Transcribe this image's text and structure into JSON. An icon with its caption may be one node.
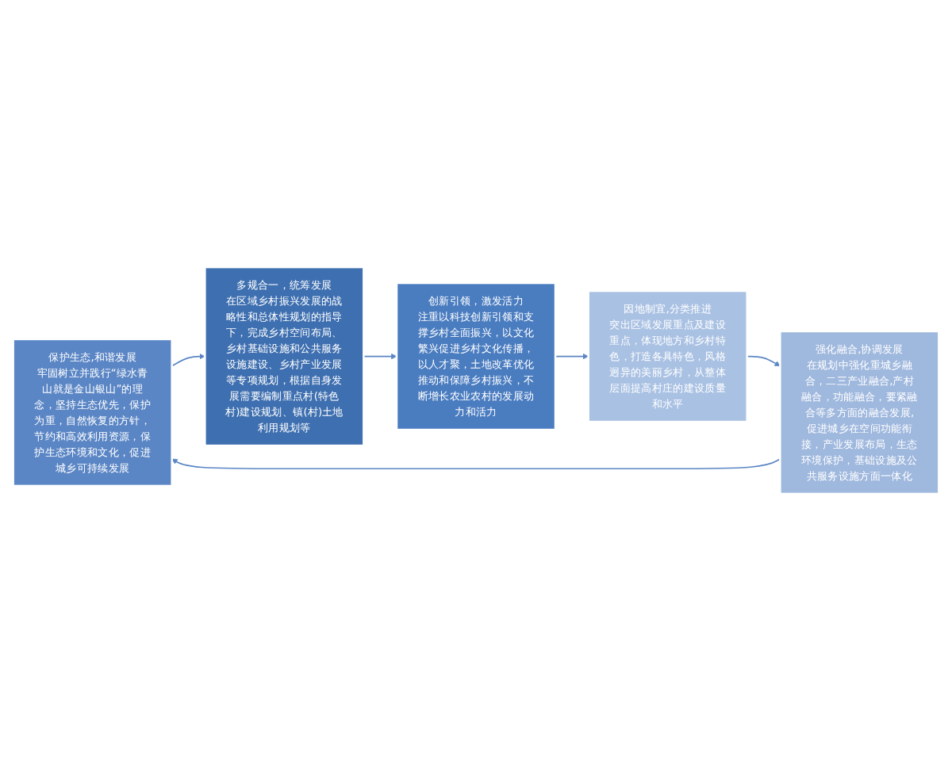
{
  "diagram": {
    "nodes": [
      {
        "text": [
          "保护生态,和谐发展",
          "牢固树立并践行“绿水青山就是金山银山”的理念，坚持生态优先，保护为重，自然恢复的方针，节约和高效利用资源，保护生态环境和文化，促进城乡可持续发展"
        ]
      },
      {
        "text": [
          "多规合一，统筹发展",
          "在区域乡村振兴发展的战略性和总体性规划的指导下，完成乡村空间布局、乡村基础设施和公共服务设施建设、乡村产业发展等专项规划，根据自身发展需要编制重点村(特色村)建设规划、镇(村)土地利用规划等"
        ]
      },
      {
        "text": [
          "创新引领，激发活力",
          "注重以科技创新引领和支撑乡村全面振兴，以文化繁兴促进乡村文化传播，以人才聚，土地改革优化推动和保障乡村振兴，不断增长农业农村的发展动力和活力"
        ]
      },
      {
        "text": [
          "因地制宜,分类推进",
          "突出区域发展重点及建设重点，体现地方和乡村特色，打造各具特色，风格迥异的美丽乡村，从整体层面提高村庄的建设质量和水平"
        ]
      },
      {
        "text": [
          "强化融合,协调发展",
          "在规划中强化重城乡融合，二三产业融合,产村融合，功能融合，要紧融合等多方面的融合发展,促进城乡在空间功能衔接，产业发展布局，生态环境保护，基础设施及公共服务设施方面一体化"
        ]
      }
    ],
    "edges": [
      {
        "from": 0,
        "to": 1,
        "arrow": "to"
      },
      {
        "from": 1,
        "to": 2,
        "arrow": "to"
      },
      {
        "from": 2,
        "to": 3,
        "arrow": "to"
      },
      {
        "from": 3,
        "to": 4,
        "arrow": "to"
      },
      {
        "from": 4,
        "to": 0,
        "arrow": "to"
      }
    ]
  }
}
